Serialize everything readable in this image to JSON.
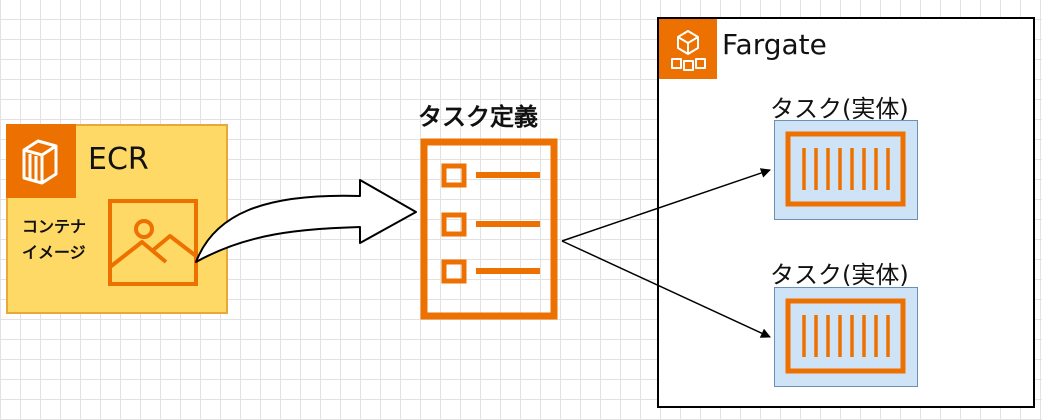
{
  "ecr": {
    "label": "ECR",
    "container_image_label": "コンテナ\nイメージ"
  },
  "task_definition": {
    "label": "タスク定義"
  },
  "fargate": {
    "label": "Fargate",
    "tasks": [
      {
        "label": "タスク(実体)"
      },
      {
        "label": "タスク(実体)"
      }
    ]
  },
  "colors": {
    "aws_orange": "#ed7100",
    "ecr_fill": "#ffd966",
    "ecr_border": "#e8a93a",
    "task_fill": "#cfe3f7"
  },
  "icons": {
    "ecr": "ecr-icon",
    "container_image": "image-icon",
    "task_definition": "task-definition-icon",
    "fargate": "fargate-icon",
    "container": "container-icon"
  }
}
